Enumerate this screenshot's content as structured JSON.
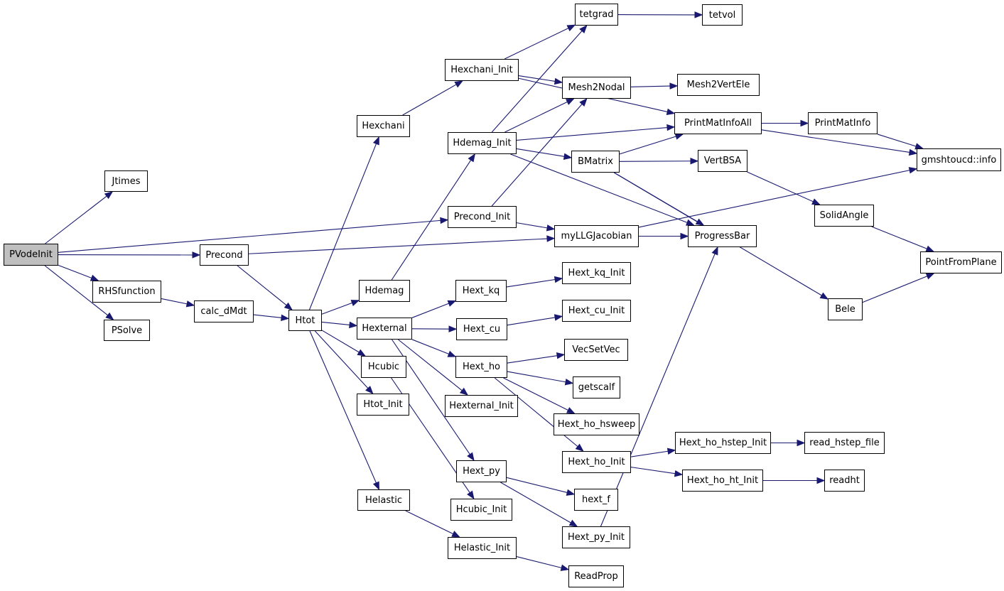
{
  "colors": {
    "edge": "#191970",
    "root_fill": "#bfbfbf",
    "node_fill": "#ffffff",
    "border": "#000000"
  },
  "nodes": [
    {
      "id": "PVodeInit",
      "label": "PVodeInit"
    },
    {
      "id": "Jtimes",
      "label": "Jtimes"
    },
    {
      "id": "RHSfunction",
      "label": "RHSfunction"
    },
    {
      "id": "PSolve",
      "label": "PSolve"
    },
    {
      "id": "Precond",
      "label": "Precond"
    },
    {
      "id": "calc_dMdt",
      "label": "calc_dMdt"
    },
    {
      "id": "Htot",
      "label": "Htot"
    },
    {
      "id": "Hexchani",
      "label": "Hexchani"
    },
    {
      "id": "Hdemag",
      "label": "Hdemag"
    },
    {
      "id": "Hexternal",
      "label": "Hexternal"
    },
    {
      "id": "Hcubic",
      "label": "Hcubic"
    },
    {
      "id": "Htot_Init",
      "label": "Htot_Init"
    },
    {
      "id": "Helastic",
      "label": "Helastic"
    },
    {
      "id": "Hexchani_Init",
      "label": "Hexchani_Init"
    },
    {
      "id": "Hdemag_Init",
      "label": "Hdemag_Init"
    },
    {
      "id": "Precond_Init",
      "label": "Precond_Init"
    },
    {
      "id": "Hext_kq",
      "label": "Hext_kq"
    },
    {
      "id": "Hext_cu",
      "label": "Hext_cu"
    },
    {
      "id": "Hext_ho",
      "label": "Hext_ho"
    },
    {
      "id": "Hexternal_Init",
      "label": "Hexternal_Init"
    },
    {
      "id": "Hext_py",
      "label": "Hext_py"
    },
    {
      "id": "Hcubic_Init",
      "label": "Hcubic_Init"
    },
    {
      "id": "Helastic_Init",
      "label": "Helastic_Init"
    },
    {
      "id": "tetgrad",
      "label": "tetgrad"
    },
    {
      "id": "Mesh2Nodal",
      "label": "Mesh2Nodal"
    },
    {
      "id": "BMatrix",
      "label": "BMatrix"
    },
    {
      "id": "myLLGJacobian",
      "label": "myLLGJacobian"
    },
    {
      "id": "Hext_kq_Init",
      "label": "Hext_kq_Init"
    },
    {
      "id": "Hext_cu_Init",
      "label": "Hext_cu_Init"
    },
    {
      "id": "VecSetVec",
      "label": "VecSetVec"
    },
    {
      "id": "getscalf",
      "label": "getscalf"
    },
    {
      "id": "Hext_ho_hsweep",
      "label": "Hext_ho_hsweep"
    },
    {
      "id": "Hext_ho_Init",
      "label": "Hext_ho_Init"
    },
    {
      "id": "hext_f",
      "label": "hext_f"
    },
    {
      "id": "Hext_py_Init",
      "label": "Hext_py_Init"
    },
    {
      "id": "ReadProp",
      "label": "ReadProp"
    },
    {
      "id": "tetvol",
      "label": "tetvol"
    },
    {
      "id": "Mesh2VertEle",
      "label": "Mesh2VertEle"
    },
    {
      "id": "PrintMatInfoAll",
      "label": "PrintMatInfoAll"
    },
    {
      "id": "VertBSA",
      "label": "VertBSA"
    },
    {
      "id": "ProgressBar",
      "label": "ProgressBar"
    },
    {
      "id": "Hext_ho_hstep_Init",
      "label": "Hext_ho_hstep_Init"
    },
    {
      "id": "Hext_ho_ht_Init",
      "label": "Hext_ho_ht_Init"
    },
    {
      "id": "PrintMatInfo",
      "label": "PrintMatInfo"
    },
    {
      "id": "SolidAngle",
      "label": "SolidAngle"
    },
    {
      "id": "Bele",
      "label": "Bele"
    },
    {
      "id": "read_hstep_file",
      "label": "read_hstep_file"
    },
    {
      "id": "readht",
      "label": "readht"
    },
    {
      "id": "gmshtoucd_info",
      "label": "gmshtoucd::info"
    },
    {
      "id": "PointFromPlane",
      "label": "PointFromPlane"
    }
  ],
  "edges": [
    [
      "PVodeInit",
      "Jtimes"
    ],
    [
      "PVodeInit",
      "Precond_Init"
    ],
    [
      "PVodeInit",
      "Precond"
    ],
    [
      "PVodeInit",
      "RHSfunction"
    ],
    [
      "PVodeInit",
      "PSolve"
    ],
    [
      "RHSfunction",
      "calc_dMdt"
    ],
    [
      "calc_dMdt",
      "Htot"
    ],
    [
      "Precond",
      "Htot"
    ],
    [
      "Precond",
      "myLLGJacobian"
    ],
    [
      "Htot",
      "Hexchani"
    ],
    [
      "Htot",
      "Hdemag"
    ],
    [
      "Htot",
      "Hexternal"
    ],
    [
      "Htot",
      "Hcubic"
    ],
    [
      "Htot",
      "Htot_Init"
    ],
    [
      "Htot",
      "Helastic"
    ],
    [
      "Hexchani",
      "Hexchani_Init"
    ],
    [
      "Hexchani_Init",
      "tetgrad"
    ],
    [
      "Hexchani_Init",
      "Mesh2Nodal"
    ],
    [
      "Hexchani_Init",
      "PrintMatInfoAll"
    ],
    [
      "Hdemag",
      "Hdemag_Init"
    ],
    [
      "Hdemag_Init",
      "tetgrad"
    ],
    [
      "Hdemag_Init",
      "Mesh2Nodal"
    ],
    [
      "Hdemag_Init",
      "PrintMatInfoAll"
    ],
    [
      "Hdemag_Init",
      "BMatrix"
    ],
    [
      "Hdemag_Init",
      "ProgressBar"
    ],
    [
      "Precond_Init",
      "Mesh2Nodal"
    ],
    [
      "Precond_Init",
      "myLLGJacobian"
    ],
    [
      "Hexternal",
      "Hext_kq"
    ],
    [
      "Hexternal",
      "Hext_cu"
    ],
    [
      "Hexternal",
      "Hext_ho"
    ],
    [
      "Hexternal",
      "Hexternal_Init"
    ],
    [
      "Hexternal",
      "Hext_py"
    ],
    [
      "Hcubic",
      "Hcubic_Init"
    ],
    [
      "Helastic",
      "Helastic_Init"
    ],
    [
      "Helastic_Init",
      "ReadProp"
    ],
    [
      "Hext_kq",
      "Hext_kq_Init"
    ],
    [
      "Hext_cu",
      "Hext_cu_Init"
    ],
    [
      "Hext_ho",
      "VecSetVec"
    ],
    [
      "Hext_ho",
      "getscalf"
    ],
    [
      "Hext_ho",
      "Hext_ho_hsweep"
    ],
    [
      "Hext_ho",
      "Hext_ho_Init"
    ],
    [
      "Hext_py",
      "hext_f"
    ],
    [
      "Hext_py",
      "Hext_py_Init"
    ],
    [
      "Hext_py_Init",
      "ProgressBar"
    ],
    [
      "Hext_ho_Init",
      "Hext_ho_hstep_Init"
    ],
    [
      "Hext_ho_Init",
      "Hext_ho_ht_Init"
    ],
    [
      "Hext_ho_hstep_Init",
      "read_hstep_file"
    ],
    [
      "Hext_ho_ht_Init",
      "readht"
    ],
    [
      "tetgrad",
      "tetvol"
    ],
    [
      "Mesh2Nodal",
      "Mesh2VertEle"
    ],
    [
      "BMatrix",
      "PrintMatInfoAll"
    ],
    [
      "BMatrix",
      "VertBSA"
    ],
    [
      "BMatrix",
      "ProgressBar"
    ],
    [
      "BMatrix",
      "Bele"
    ],
    [
      "myLLGJacobian",
      "ProgressBar"
    ],
    [
      "myLLGJacobian",
      "gmshtoucd_info"
    ],
    [
      "PrintMatInfoAll",
      "PrintMatInfo"
    ],
    [
      "PrintMatInfoAll",
      "gmshtoucd_info"
    ],
    [
      "PrintMatInfo",
      "gmshtoucd_info"
    ],
    [
      "VertBSA",
      "SolidAngle"
    ],
    [
      "SolidAngle",
      "PointFromPlane"
    ],
    [
      "Bele",
      "PointFromPlane"
    ]
  ]
}
